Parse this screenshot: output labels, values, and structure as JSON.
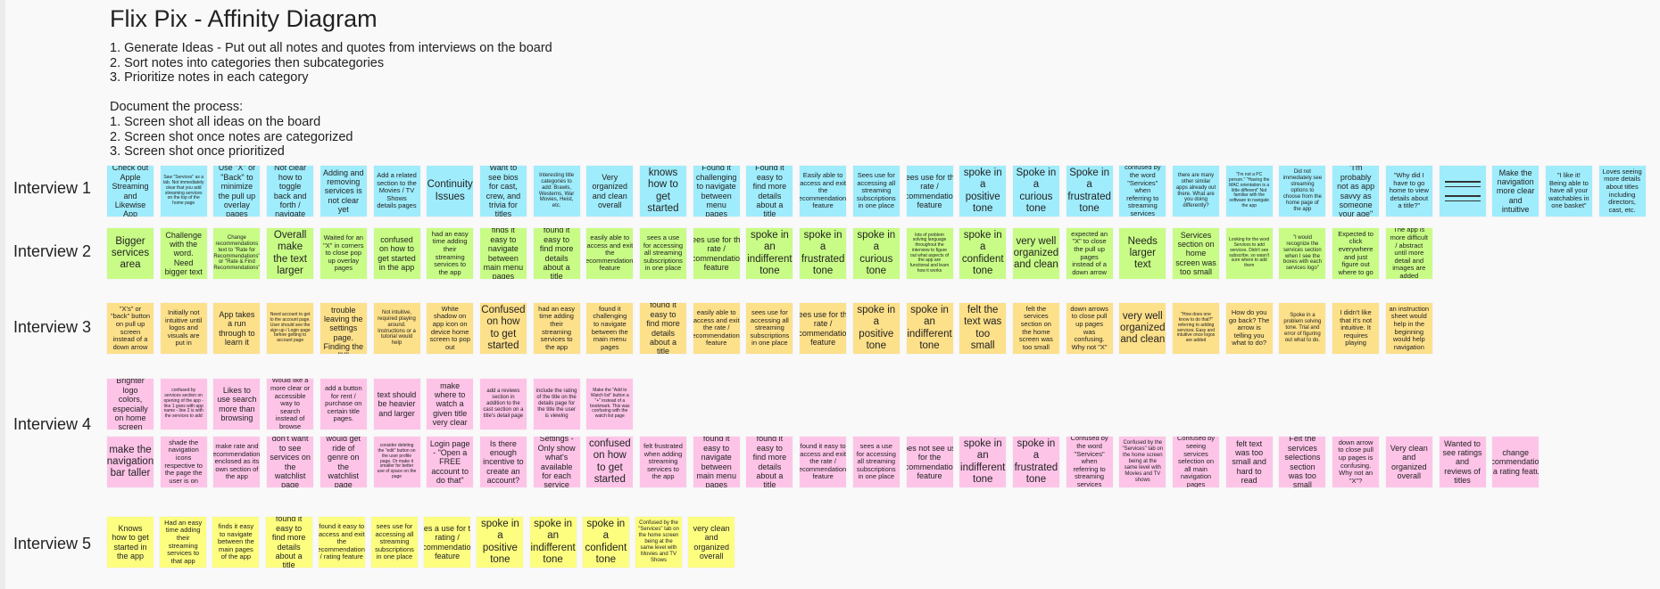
{
  "title": "Flix Pix - Affinity Diagram",
  "instructions": {
    "steps": [
      "1. Generate Ideas - Put out all notes and quotes from interviews on the board",
      "2. Sort notes into categories then subcategories",
      "3. Prioritize notes in each category"
    ],
    "document_heading": "Document the process:",
    "document_steps": [
      "1. Screen shot all ideas on the board",
      "2. Screen shot once notes are categorized",
      "3. Screen shot once prioritized"
    ]
  },
  "colors": {
    "background": "#f9f9f9",
    "interview_1": "#9fecfc",
    "interview_2": "#c8fc86",
    "interview_3": "#fde08a",
    "interview_4": "#fdc4e8",
    "interview_5": "#fdfd80"
  },
  "interviews": [
    {
      "label": "Interview 1",
      "rows": [
        [
          "Check out Apple Streaming and Likewise App",
          "Saw \"Services\" as a tab. Not immediately clear that you add streaming services on the top of the home page",
          "Use \"X\" or \"Back\" to minimize the pull up overlay pages",
          "Not clear how to toggle back and forth / navigate",
          "Adding and removing services is not clear yet",
          "Add a related section to the Movies / TV Shows details pages",
          "Continuity Issues",
          "Want to see bios for cast, crew, and trivia for titles",
          "Interesting title categories to add: Brawls, Westerns, War Movies, Heist, etc.",
          "Very organized and clean overall",
          "knows how to get started",
          "Found it challenging to navigate between menu pages",
          "Found it easy to find more details about a title",
          "Easily able to access and exit the recommendations feature",
          "Sees use for accessing all streaming subscriptions in one place",
          "Sees use for the rate / recommendations feature",
          "spoke in a positive tone",
          "Spoke in a curious tone",
          "Spoke in a frustrated tone",
          "confused by the word \"Services\" when referring to streaming services",
          "there are many other similar apps already out there. What are you doing differently?",
          "\"I'm not a PC person.\" \"Having the MAC orientation is a little different\" Not familiar with the software to navigate the app",
          "Did not immediately see streaming options to choose from the home page of the app",
          "\"I'm probably not as app savvy as someone your age\"",
          "\"Why did I have to go home to view details about a title?\"",
          "",
          "Make the navigation more clear and intuitive",
          "\"I like it! Being able to have all your watchables in one basket\"",
          "Loves seeing more details about titles including directors, cast, etc."
        ]
      ]
    },
    {
      "label": "Interview 2",
      "rows": [
        [
          "Bigger services area",
          "Challenge with the word. Need bigger text",
          "Change recommendations text to \"Rate for Recommendations\" or \"Rate & Find Recommendations\"",
          "Overall make the text larger",
          "Waited for an \"X\" in corners to close pop up overlay pages",
          "confused on how to get started in the app",
          "had an easy time adding their streaming services to the app",
          "finds it easy to navigate between main menu pages",
          "found it easy to find more details about a title",
          "easily able to access and exit the recommendations feature",
          "sees a use for accessing all streaming subscriptions in one place",
          "sees use for the rate / recommendations feature",
          "spoke in an indifferent tone",
          "spoke in a frustrated tone",
          "spoke in a curious tone",
          "lots of problem solving language throughout the interview to figure out what aspects of the app are functional and learn how it works",
          "spoke in a confident tone",
          "very well organized and clean",
          "expected an \"X\" to close the pull up pages instead of a down arrow",
          "Needs larger text",
          "Services section on home screen was too small",
          "Looking for the word Services to add services. Didn't see subscribe, so wasn't sure where to add them",
          "\"I would recognize the services section when I see the boxes with each services logo\"",
          "Expected to click everywhere and just figure out where to go",
          "The app is more difficult / abstract until more detail and images are added"
        ]
      ]
    },
    {
      "label": "Interview 3",
      "rows": [
        [
          "\"X's\" or \"back\" button on pull up screen instead of a down arrow",
          "Initially not intuitive until logos and visuals are put in",
          "App takes a run through to learn it",
          "Need account to get to the account page. User should see the sign up / Login page before getting to account page",
          "Had trouble leaving the settings page. Finding the \"X\"",
          "Not intuitive, required playing around. Instructions or a tutorial would help",
          "White shadow on app icon on device home screen to pop out",
          "Confused on how to get started",
          "had an easy time adding their streaming services to the app",
          "found it challenging to navigate between the main menu pages",
          "found it easy to find more details about a title",
          "easily able to access and exit the rate / recommendations feature",
          "sees use for accessing all streaming subscriptions in one place",
          "sees use for the rate / recommendations feature",
          "spoke in a positive tone",
          "spoke in an indifferent tone",
          "felt the text was too small",
          "felt the services section on the home screen was too small",
          "down arrows to close pull up pages was confusing. Why not \"X\"",
          "very well organized and clean",
          "\"How does one know to do that?\" referring to adding services. Easy and intuitive once logos are added",
          "How do you go back? The arrow is telling you what to do?",
          "Spoke in a problem solving tone. Trial and error of figuring out what to do.",
          "I didn't like that it's not intuitive. It requires playing",
          "an instruction sheet would help in the beginning would help navigation"
        ]
      ]
    },
    {
      "label": "Interview 4",
      "rows": [
        [
          "Brighter logo colors, especially on home screen",
          "confused by services section on opening of the app - line 1 goes with app name - line 2 is with the services to add",
          "Likes to use search more than browsing",
          "Would like a more clear or accessible way to search instead of browse",
          "add a button for rent / purchase on certain title pages.",
          "text should be heavier and larger",
          "make where to watch a given title very clear",
          "add a reviews section in addition to the cast section on a title's detail page",
          "include the rating of the title on the details page for the title the user is viewing",
          "Make the \"Add to Watch list\" button a \"+\" instead of a bookmark. This was confusing with the watch list page"
        ],
        [
          "make the navigation bar taller",
          "shade the navigation icons respective to the page the user is on",
          "make rate and recommendations enclosed as its own section of the app",
          "don't want to see services on the watchlist page",
          "would get ride of genre on the watchlist page",
          "consider deleting the \"edit\" button on the user profile page. Or make it smaller for better use of space on the page",
          "Login page - \"Open a FREE account to do that\"",
          "Is there enough incentive to create an account?",
          "Settings - Only show what's available for each service",
          "confused on how to get started",
          "felt frustrated when adding streaming services to the app",
          "found it easy to navigate between main menu pages",
          "found it easy to find more details about a title",
          "found it easy to access and exit the rate / recommendations feature",
          "sees a use for accessing all streaming subscriptions in one place",
          "does not see use for the recommendations feature",
          "spoke in an indifferent tone",
          "spoke in a frustrated tone",
          "Confused by the word \"Services\" when referring to streaming services",
          "Confused by the \"Services\" tab on the home screen being at the same level with Movies and TV shows",
          "Confused by seeing services selection on all main navigation pages",
          "felt text was too small and hard to read",
          "Felt the services selections section was too small",
          "down arrow to close pull up pages is confusing. Why not an \"X\"?",
          "Very clean and organized overall",
          "Wanted to see ratings and reviews of titles",
          "change recommendations to a rating feature"
        ]
      ]
    },
    {
      "label": "Interview 5",
      "rows": [
        [
          "Knows how to get started in the app",
          "Had an easy time adding their streaming services to that app",
          "finds it easy to navigate between the main pages of the app",
          "found it easy to find more details about a title",
          "found it easy to access and exit the recommendations / rating feature",
          "sees use for accessing all streaming subscriptions in one place",
          "sees a use for the rating / recommendations feature",
          "spoke in a positive tone",
          "spoke in an indifferent tone",
          "spoke in a confident tone",
          "Confused by the \"Services\" tab on the home screen being at the same level with Movies and TV Shows",
          "very clean and organized overall"
        ]
      ]
    }
  ]
}
